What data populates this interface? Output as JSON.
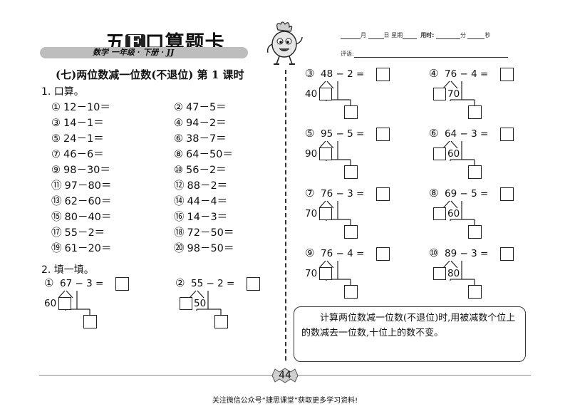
{
  "header": {
    "brand_prefix": "五",
    "brand_letter": "E",
    "brand_suffix": "口算题卡",
    "subject_line": "数学  一年级 · 下册 · JJ",
    "date_fields": {
      "month": "月",
      "day": "日",
      "weekday": "星期",
      "time_used": "用时:",
      "minutes": "分",
      "seconds": "秒"
    },
    "comment_label": "评语:"
  },
  "lesson_title": "(七)两位数减一位数(不退位)  第 1 课时",
  "section1": {
    "label": "1. 口算。",
    "items": [
      {
        "no": "①",
        "expr": "12－10＝"
      },
      {
        "no": "②",
        "expr": "47－5＝"
      },
      {
        "no": "③",
        "expr": "14－1＝"
      },
      {
        "no": "④",
        "expr": "94－2＝"
      },
      {
        "no": "⑤",
        "expr": "24－1＝"
      },
      {
        "no": "⑥",
        "expr": "38－7＝"
      },
      {
        "no": "⑦",
        "expr": "46－6＝"
      },
      {
        "no": "⑧",
        "expr": "64－50＝"
      },
      {
        "no": "⑨",
        "expr": "98－30＝"
      },
      {
        "no": "⑩",
        "expr": "56－2＝"
      },
      {
        "no": "⑪",
        "expr": "97－80＝"
      },
      {
        "no": "⑫",
        "expr": "88－2＝"
      },
      {
        "no": "⑬",
        "expr": "62－60＝"
      },
      {
        "no": "⑭",
        "expr": "44－4＝"
      },
      {
        "no": "⑮",
        "expr": "80－40＝"
      },
      {
        "no": "⑯",
        "expr": "14－3＝"
      },
      {
        "no": "⑰",
        "expr": "55－2＝"
      },
      {
        "no": "⑱",
        "expr": "72－50＝"
      },
      {
        "no": "⑲",
        "expr": "61－20＝"
      },
      {
        "no": "⑳",
        "expr": "98－50＝"
      }
    ]
  },
  "section2": {
    "label": "2. 填一填。",
    "problems": [
      {
        "no": "①",
        "expr": "67 − 3 =",
        "known": "60",
        "known_side": "left"
      },
      {
        "no": "②",
        "expr": "55 − 2 =",
        "known": "50",
        "known_side": "right"
      },
      {
        "no": "③",
        "expr": "48 − 2 =",
        "known": "40",
        "known_side": "left"
      },
      {
        "no": "④",
        "expr": "76 − 4 =",
        "known": "70",
        "known_side": "right"
      },
      {
        "no": "⑤",
        "expr": "95 − 5 =",
        "known": "90",
        "known_side": "left"
      },
      {
        "no": "⑥",
        "expr": "64 − 3 =",
        "known": "60",
        "known_side": "right"
      },
      {
        "no": "⑦",
        "expr": "76 − 3 =",
        "known": "70",
        "known_side": "left"
      },
      {
        "no": "⑧",
        "expr": "69 − 5 =",
        "known": "60",
        "known_side": "right"
      },
      {
        "no": "⑨",
        "expr": "76 − 4 =",
        "known": "70",
        "known_side": "left"
      },
      {
        "no": "⑩",
        "expr": "89 − 3 =",
        "known": "80",
        "known_side": "right"
      }
    ]
  },
  "tip_text": "计算两位数减一位数(不退位)时,用被减数个位上的数减去一位数,十位上的数不变。",
  "page_number": "44",
  "footer": "关注微信公众号“捷思课堂”获取更多学习资料!"
}
